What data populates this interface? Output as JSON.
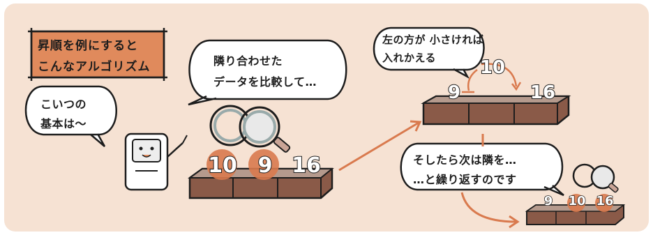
{
  "title": {
    "lines": [
      "昇順を例にすると",
      "こんなアルゴリズム"
    ],
    "bg_color": "#e08a5c"
  },
  "bubbles": {
    "intro": [
      "こいつの",
      "基本は〜"
    ],
    "compare": [
      "隣り合わせた",
      "データを比較して…"
    ],
    "swap": [
      "左の方が 小さければ",
      "入れかえる"
    ],
    "next": [
      "そしたら次は隣を…",
      "…と繰り返すのです"
    ]
  },
  "stage1": {
    "values": [
      "10",
      "9",
      "16"
    ]
  },
  "stage2": {
    "values": [
      "9",
      "10",
      "16"
    ]
  },
  "stage3": {
    "values": [
      "9",
      "10",
      "16"
    ]
  },
  "colors": {
    "background": "#f6e2d3",
    "brick": "#8a5a48",
    "highlight": "#d97a4e",
    "arrow": "#d97a4e"
  }
}
